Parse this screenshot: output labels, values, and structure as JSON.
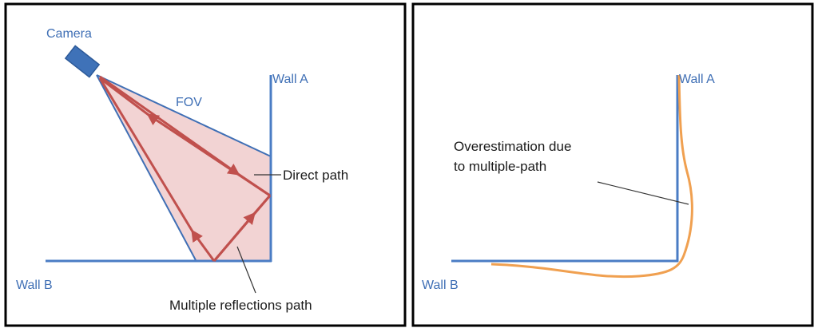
{
  "left_panel": {
    "camera_label": "Camera",
    "fov_label": "FOV",
    "wall_a_label": "Wall A",
    "wall_b_label": "Wall B",
    "direct_path_label": "Direct path",
    "multiple_reflections_label": "Multiple reflections path"
  },
  "right_panel": {
    "wall_a_label": "Wall A",
    "wall_b_label": "Wall B",
    "overestimation_line1": "Overestimation due",
    "overestimation_line2": "to multiple-path"
  },
  "colors": {
    "wall": "#4a7cc4",
    "camera": "#3f72b8",
    "fov_fill": "#f2d3d3",
    "path": "#c0504d",
    "estimate": "#f0a050",
    "frame": "#000000"
  }
}
